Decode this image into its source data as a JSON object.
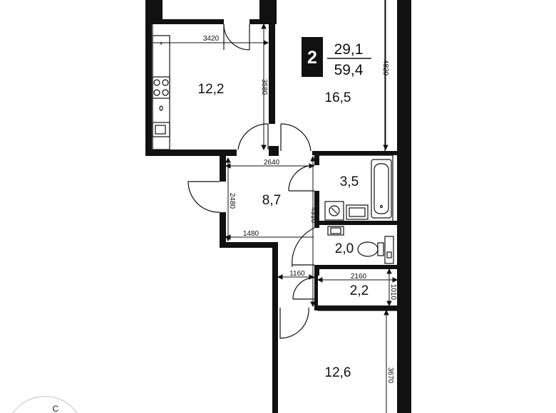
{
  "badge": {
    "rooms": "2",
    "living_area": "29,1",
    "total_area": "59,4"
  },
  "rooms": [
    {
      "id": "kitchen",
      "area": "12,2"
    },
    {
      "id": "living",
      "area": "16,5"
    },
    {
      "id": "hall",
      "area": "8,7"
    },
    {
      "id": "bathroom",
      "area": "3,5"
    },
    {
      "id": "wc",
      "area": "2,0"
    },
    {
      "id": "storage",
      "area": "2,2"
    },
    {
      "id": "bedroom",
      "area": "12,6"
    }
  ],
  "dimensions": {
    "kitchen_width": "3420",
    "kitchen_depth": "3580",
    "living_depth": "4820",
    "hall_width": "2640",
    "hall_depth": "2480",
    "entry_width": "1480",
    "corridor_length": "4310",
    "corridor_width": "1160",
    "storage_width": "2160",
    "storage_depth": "1010",
    "bedroom_depth": "3670"
  },
  "compass": {
    "letter": "С"
  }
}
